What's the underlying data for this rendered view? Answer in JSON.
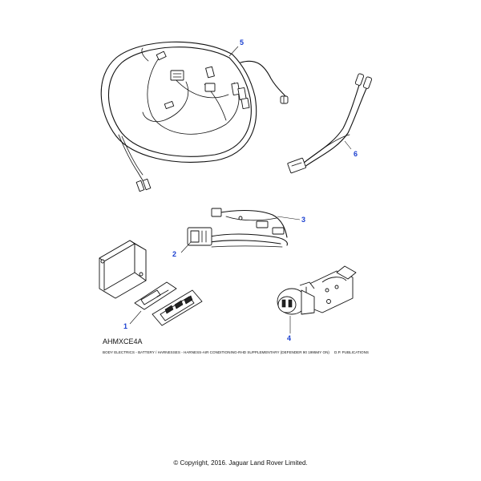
{
  "callouts": {
    "c1": "1",
    "c2": "2",
    "c3": "3",
    "c4": "4",
    "c5": "5",
    "c6": "6"
  },
  "figure_ref": "AHMXCE4A",
  "footer": {
    "caption": "BODY ELECTRICS - BATTERY / HARNESSES - HARNESS-AIR CONDITIONING-RHD SUPPLEMENTARY  (DEFENDER 90 1995MY ON)",
    "publisher": "D.P. PUBLICATIONS"
  },
  "copyright": "© Copyright, 2016. Jaguar Land Rover Limited.",
  "colors": {
    "callout": "#1a3fd0",
    "line": "#111111"
  }
}
